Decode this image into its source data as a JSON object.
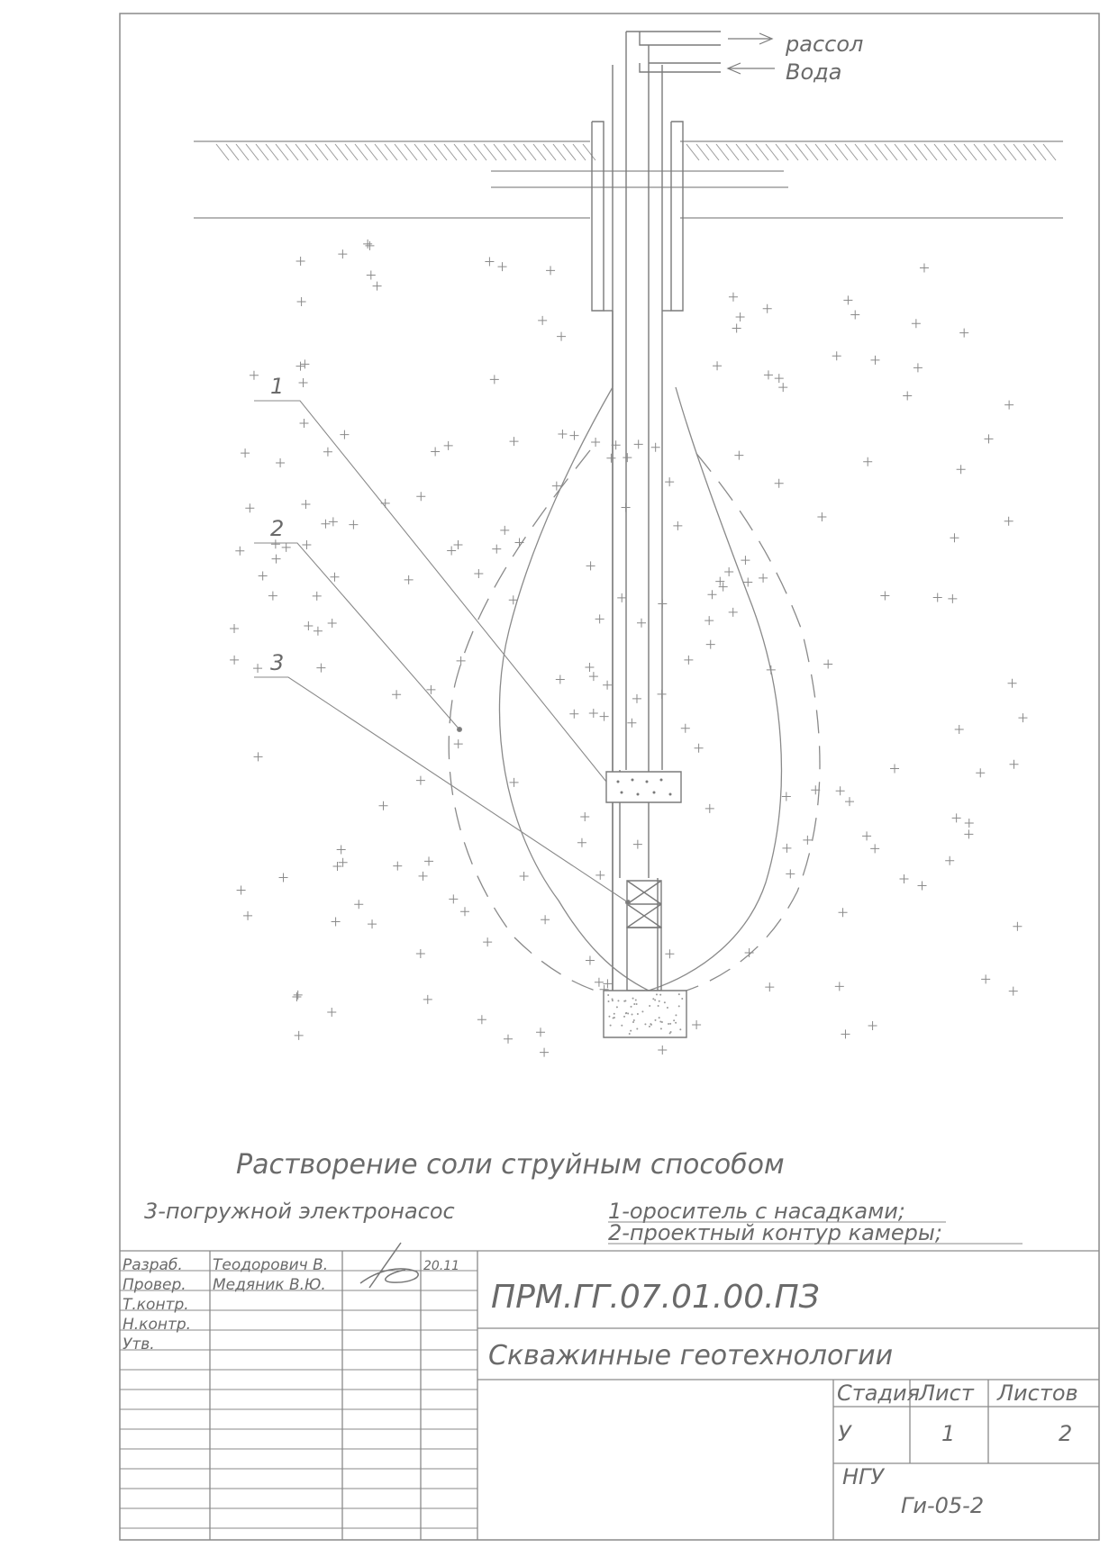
{
  "flow_labels": {
    "out": "рассол",
    "in": "Вода"
  },
  "leaders": [
    {
      "num": "1"
    },
    {
      "num": "2"
    },
    {
      "num": "3"
    }
  ],
  "caption": "Растворение соли струйным способом",
  "legend": {
    "item3": "3-погружной электронасос",
    "item1": "1-ороситель с насадками;",
    "item2": "2-проектный контур камеры;"
  },
  "title_block": {
    "rows": [
      {
        "role": "Разраб.",
        "name": "Теодорович В.",
        "date": "20.11"
      },
      {
        "role": "Провер.",
        "name": "Медяник В.Ю.",
        "date": ""
      },
      {
        "role": "Т.контр.",
        "name": "",
        "date": ""
      },
      {
        "role": "Н.контр.",
        "name": "",
        "date": ""
      },
      {
        "role": "Утв.",
        "name": "",
        "date": ""
      }
    ],
    "designation": "ПРМ.ГГ.07.01.00.ПЗ",
    "subject": "Скважинные геотехнологии",
    "headers": {
      "stage": "Стадия",
      "sheet": "Лист",
      "sheets": "Листов"
    },
    "values": {
      "stage": "У",
      "sheet": "1",
      "sheets": "2"
    },
    "org": "НГУ",
    "group": "Ги-05-2"
  }
}
